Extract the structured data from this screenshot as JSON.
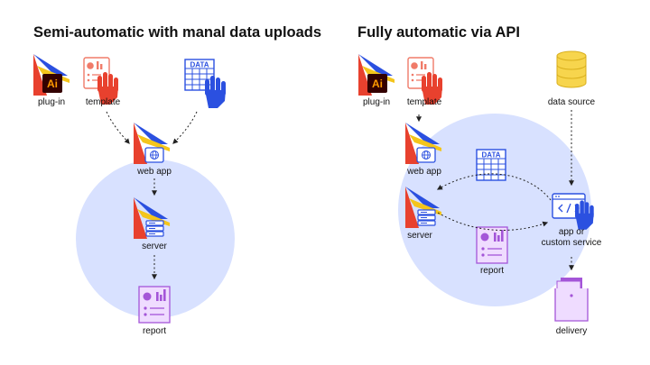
{
  "diagram": {
    "left": {
      "title": "Semi-automatic with manal data uploads",
      "labels": {
        "plugin": "plug-in",
        "template": "template",
        "web_app": "web app",
        "server": "server",
        "report": "report"
      }
    },
    "right": {
      "title": "Fully automatic via API",
      "labels": {
        "plugin": "plug-in",
        "template": "template",
        "data_source": "data source",
        "web_app": "web app",
        "server": "server",
        "app_line1": "app or",
        "app_line2": "custom service",
        "report": "report",
        "delivery": "delivery"
      }
    },
    "badges": {
      "ai": "Ai",
      "data": "DATA"
    },
    "colors": {
      "circle": "#d8e1ff",
      "blue": "#2b50e0",
      "yellow": "#f4c51b",
      "red": "#e8412e",
      "salmon": "#f07b69",
      "purple": "#a455d8",
      "lavender": "#efdcff",
      "ai_dark": "#330000",
      "ai_orange": "#ff9a00",
      "gold": "#f7d54d"
    },
    "icons": [
      "adobe-illustrator-icon",
      "template-hand-icon",
      "data-sheet-hand-icon",
      "web-app-globe-icon",
      "server-stack-icon",
      "report-doc-icon",
      "database-icon",
      "code-window-hand-icon",
      "delivery-tray-icon"
    ]
  }
}
